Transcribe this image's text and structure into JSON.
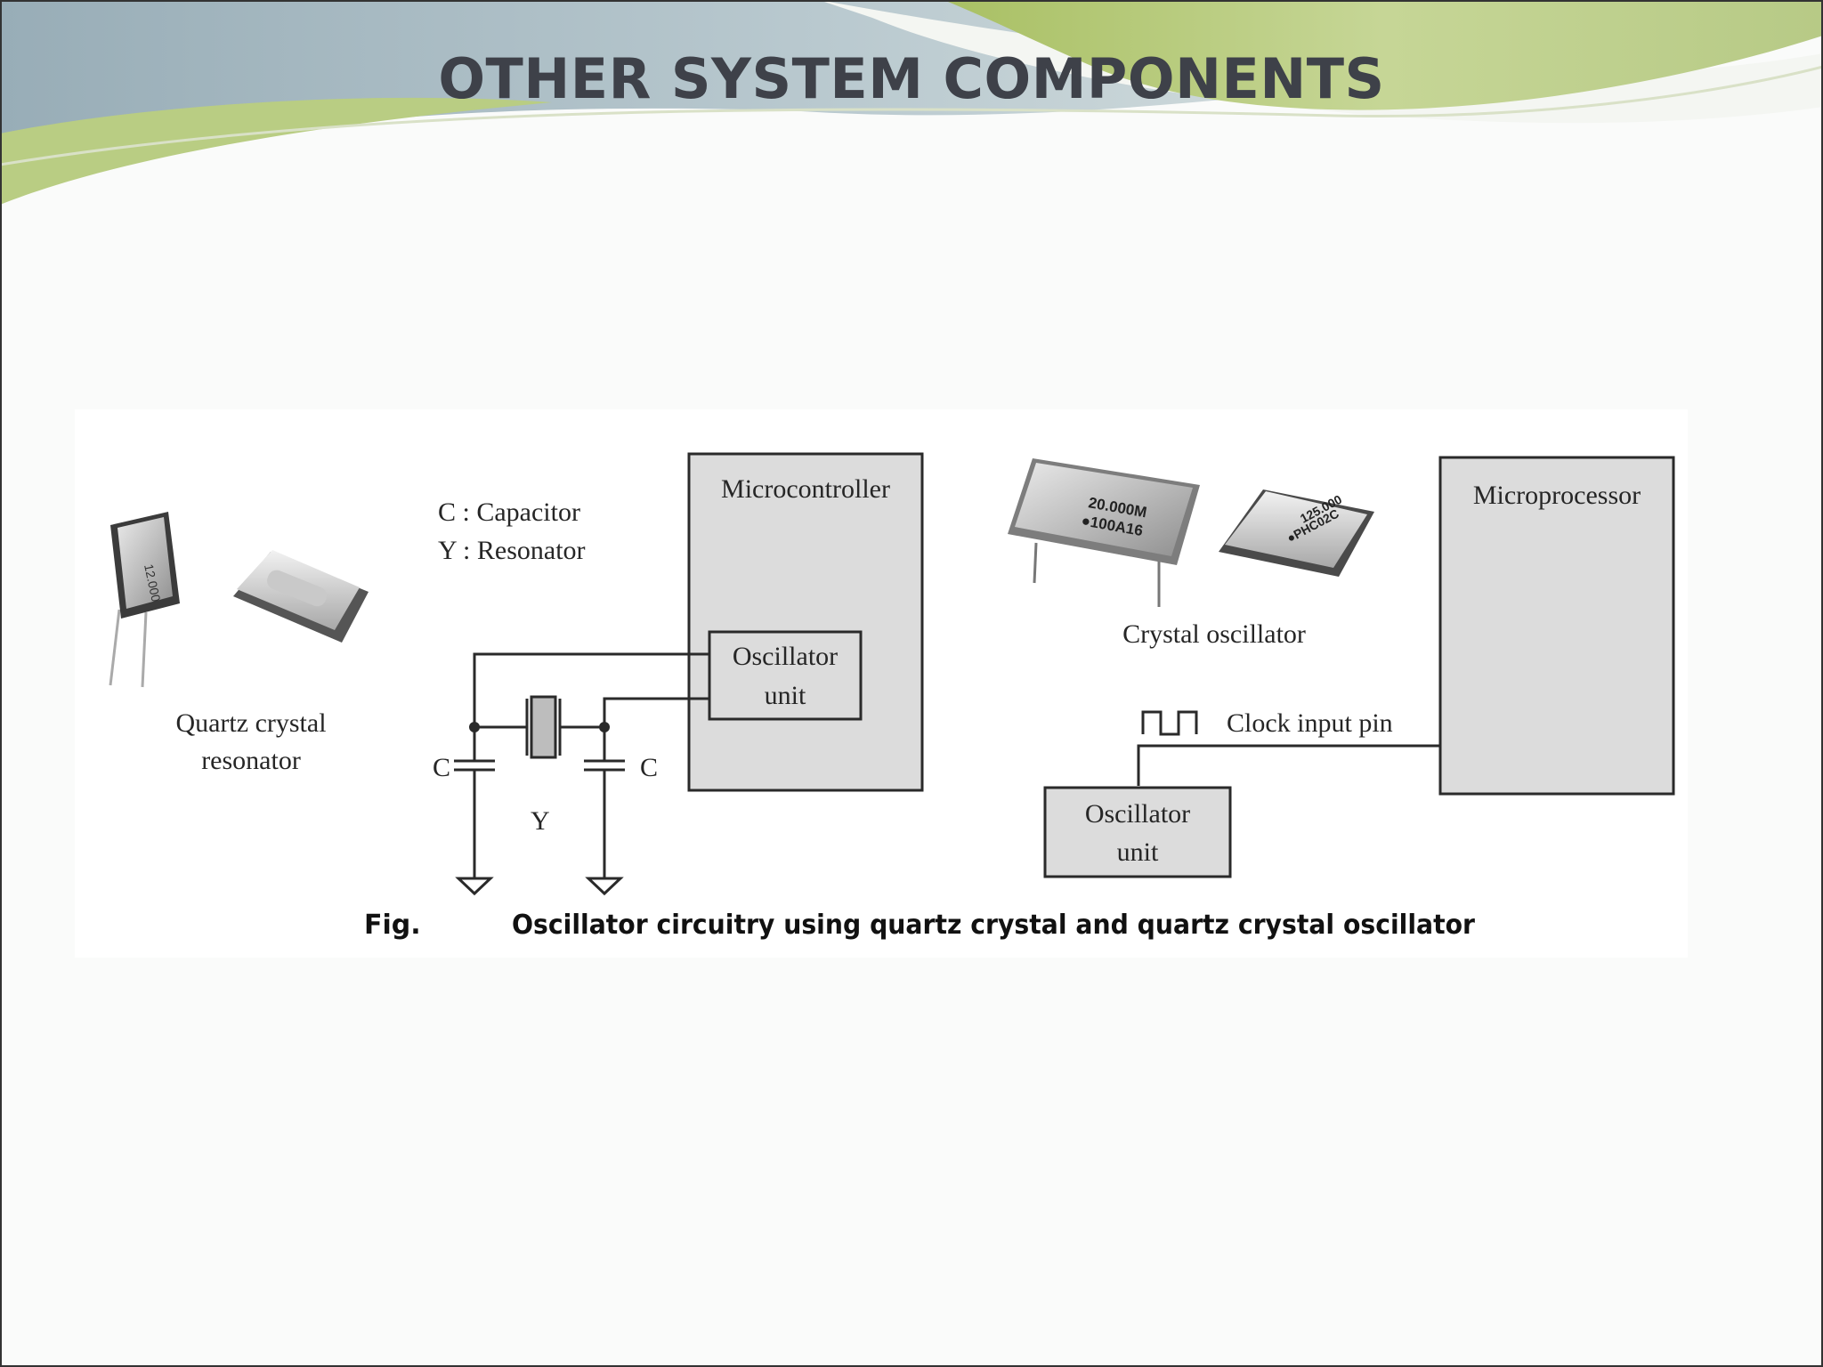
{
  "slide": {
    "title": "OTHER SYSTEM COMPONENTS"
  },
  "figure": {
    "caption_prefix": "Fig.",
    "caption_text": "Oscillator circuitry using quartz crystal and quartz crystal oscillator",
    "left_diagram": {
      "component_label_line1": "Quartz crystal",
      "component_label_line2": "resonator",
      "crystal_marking": "12.000",
      "legend_capacitor": "C : Capacitor",
      "legend_resonator": "Y : Resonator",
      "capacitor_left_label": "C",
      "capacitor_right_label": "C",
      "resonator_label": "Y",
      "microcontroller_label": "Microcontroller",
      "oscillator_unit_line1": "Oscillator",
      "oscillator_unit_line2": "unit"
    },
    "right_diagram": {
      "component_label": "Crystal oscillator",
      "package1_marking_line1": "20.000M",
      "package1_marking_line2": "●100A16",
      "package2_marking_line1": "125.000",
      "package2_marking_line2": "●PHC02C",
      "clock_label": "Clock input pin",
      "microprocessor_label": "Microprocessor",
      "oscillator_unit_line1": "Oscillator",
      "oscillator_unit_line2": "unit"
    }
  },
  "colors": {
    "title": "#3e4149",
    "banner_green": "#b9cd83",
    "banner_blue": "#a9bdc6",
    "block_fill": "#dcdcdc",
    "line": "#2a2a2a"
  }
}
